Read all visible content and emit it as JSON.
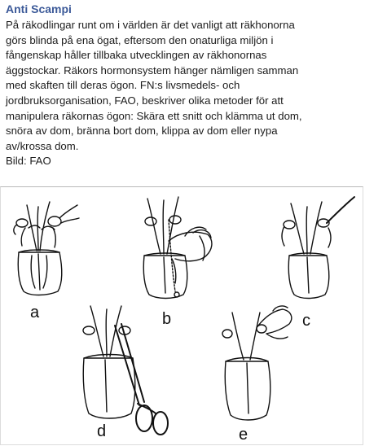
{
  "post": {
    "author": "Anti Scampi",
    "text_lines": [
      "På räkodlingar runt om i världen är det vanligt att räkhonorna",
      "görs blinda på ena ögat, eftersom den onaturliga miljön i",
      "fångenskap håller tillbaka utvecklingen av räkhonornas",
      "äggstockar. Räkors hormonsystem hänger nämligen samman",
      "med skaften till deras ögon. FN:s livsmedels- och",
      "jordbruksorganisation, FAO, beskriver olika metoder för att",
      "manipulera räkornas ögon: Skära ett snitt och klämma ut dom,",
      "snöra av dom, bränna bort dom, klippa av dom eller nypa",
      "av/krossa dom."
    ],
    "credit": "Bild: FAO"
  },
  "figure": {
    "panels": [
      {
        "label": "a"
      },
      {
        "label": "b"
      },
      {
        "label": "c"
      },
      {
        "label": "d"
      },
      {
        "label": "e"
      }
    ]
  },
  "colors": {
    "author": "#3b5998",
    "text": "#1c1c1c",
    "ink": "#111111"
  }
}
